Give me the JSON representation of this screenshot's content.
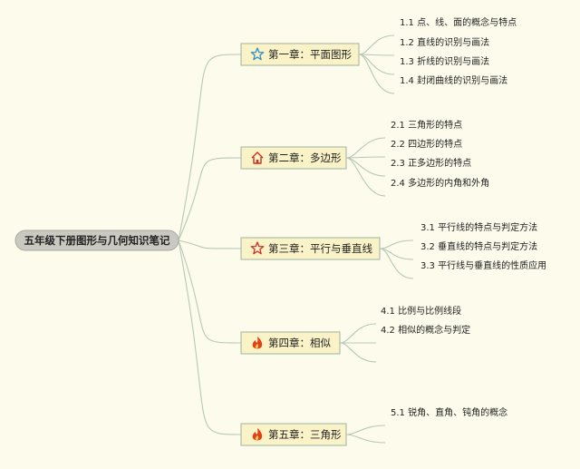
{
  "root": {
    "label": "五年级下册图形与几何知识笔记"
  },
  "chapters": [
    {
      "label": "第一章：平面图形",
      "icon": "star-outline-icon",
      "icon_color": "#2f8fc6",
      "items": [
        "1.1 点、线、面的概念与特点",
        "1.2 直线的识别与画法",
        "1.3 折线的识别与画法",
        "1.4 封闭曲线的识别与画法"
      ]
    },
    {
      "label": "第二章：多边形",
      "icon": "house-icon",
      "icon_color": "#c9302c",
      "items": [
        "2.1 三角形的特点",
        "2.2 四边形的特点",
        "2.3 正多边形的特点",
        "2.4 多边形的内角和外角"
      ]
    },
    {
      "label": "第三章：平行与垂直线",
      "icon": "star-outline-icon",
      "icon_color": "#c9302c",
      "items": [
        "3.1 平行线的特点与判定方法",
        "3.2 垂直线的特点与判定方法",
        "3.3 平行线与垂直线的性质应用"
      ]
    },
    {
      "label": "第四章：相似",
      "icon": "fire-icon",
      "icon_color": "#e2401c",
      "items": [
        "4.1 比例与比例线段",
        "4.2 相似的概念与判定",
        ""
      ]
    },
    {
      "label": "第五章：三角形",
      "icon": "fire-icon",
      "icon_color": "#e2401c",
      "items": [
        "5.1 锐角、直角、钝角的概念",
        ""
      ]
    }
  ],
  "colors": {
    "background": "#fdfcec",
    "connector": "#b7c7b4",
    "chapter_fill": "#fbf3c8",
    "root_fill": "#c9c9c1"
  }
}
